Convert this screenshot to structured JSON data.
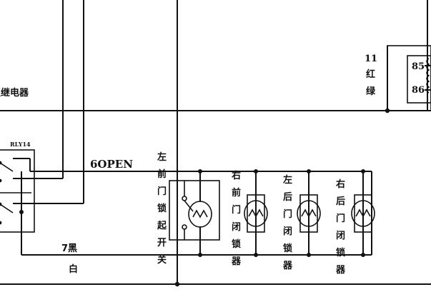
{
  "labels": {
    "relay_name": "锁继电器",
    "relay_id": "RLY14",
    "wire_11": "11",
    "wire_11_color": "红绿",
    "pin_85": "85",
    "pin_86": "86",
    "wire_6": "6OPEN",
    "wire_7": "7黑",
    "wire_7_color": "白",
    "comp_1": "左前门锁起开关",
    "comp_2": "右前门闭锁器",
    "comp_3": "左后门闭锁器",
    "comp_4": "右后门闭锁器"
  }
}
